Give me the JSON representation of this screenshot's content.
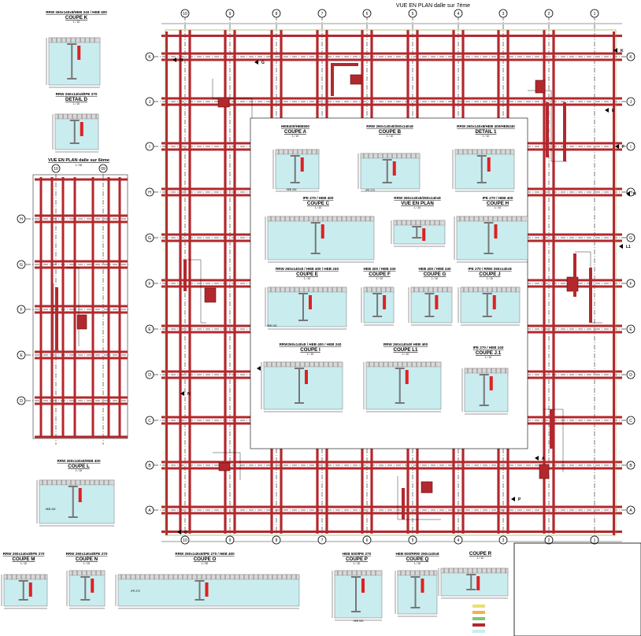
{
  "main_plan": {
    "title": "VUE EN PLAN dalle sur 7ème",
    "columns": [
      "10",
      "9",
      "8",
      "7",
      "6",
      "5",
      "4",
      "3",
      "2",
      "1"
    ],
    "rows": [
      "K",
      "J",
      "I",
      "H",
      "G",
      "F",
      "E",
      "D",
      "C",
      "B",
      "A"
    ]
  },
  "side_plan": {
    "title": "VUE EN PLAN dalle sur 6ème",
    "scale": "1 / 50",
    "columns": [
      "10",
      "09"
    ],
    "rows": [
      "H",
      "G",
      "F",
      "E",
      "D"
    ]
  },
  "sections": [
    {
      "id": "k",
      "profile": "RRW 260x140x8/HEB 240 / HEB 400",
      "title": "COUPE K",
      "scale": "1 / 10"
    },
    {
      "id": "d",
      "profile": "RRW 260x140x8/IPE 270",
      "title": "DETAIL D",
      "scale": "1 / 10"
    },
    {
      "id": "a",
      "profile": "HEB400/HEB500",
      "title": "COUPE A",
      "scale": "1 / 10"
    },
    {
      "id": "b",
      "profile": "RRW 260x140x8/260x140x8",
      "title": "COUPE B",
      "scale": "1 / 10"
    },
    {
      "id": "detail1",
      "profile": "RRW 260x140x8/HEB 400/HEB240",
      "title": "DETAIL 1",
      "scale": "1 / 10"
    },
    {
      "id": "c",
      "profile": "IPE 270 / HEB 400",
      "title": "COUPE C",
      "scale": "1 / 10"
    },
    {
      "id": "vep",
      "profile": "RRW 260x140x8/260x140x8",
      "title": "VUE EN PLAN",
      "scale": "1 / 10"
    },
    {
      "id": "h",
      "profile": "IPE 270 / HEB 400",
      "title": "COUPE H",
      "scale": "1 / 10"
    },
    {
      "id": "e",
      "profile": "RRW 260x140x8 / HEB 400 / HEB 240",
      "title": "COUPE E",
      "scale": "1 / 10"
    },
    {
      "id": "f",
      "profile": "HEB 400 / HEB 240",
      "title": "COUPE F",
      "scale": "1 / 10"
    },
    {
      "id": "g",
      "profile": "HEB 400 / HEB 240",
      "title": "COUPE G",
      "scale": "1 / 10"
    },
    {
      "id": "j",
      "profile": "IPE 270 / RRW 260x140x8",
      "title": "COUPE J",
      "scale": "1 / 10"
    },
    {
      "id": "i",
      "profile": "RRW260x140x8 / HEB 400 / HEB 240",
      "title": "COUPE I",
      "scale": "1 / 10"
    },
    {
      "id": "l1",
      "profile": "RRW 260x140x8/ HEB 400",
      "title": "COUPE L1",
      "scale": "1 / 10"
    },
    {
      "id": "j1",
      "profile": "IPE 270 / HEB 240",
      "title": "COUPE J.1",
      "scale": "1 / 10"
    },
    {
      "id": "l",
      "profile": "RRW 260x140x8/HEB 400",
      "title": "COUPE L",
      "scale": "1 / 10"
    },
    {
      "id": "m",
      "profile": "RRW 260x140x8/IPE 270",
      "title": "COUPE M",
      "scale": "1 / 10"
    },
    {
      "id": "n",
      "profile": "RRW 260x140x8/IPE 270",
      "title": "COUPE N",
      "scale": "1 / 10"
    },
    {
      "id": "o",
      "profile": "RRW 260x140x8/IPE 270 / HEB 400",
      "title": "COUPE O",
      "scale": "1 / 50"
    },
    {
      "id": "p",
      "profile": "HEB 500/IPE 270",
      "title": "COUPE P",
      "scale": "1 / 10"
    },
    {
      "id": "q",
      "profile": "HEB 500/RRW 260x140x8",
      "title": "COUPE Q",
      "scale": "1 / 10"
    },
    {
      "id": "r",
      "profile": "",
      "title": "COUPE R",
      "scale": "1 / 10"
    }
  ],
  "labels": {
    "ipe": "IPE 270",
    "heb400": "HEB 400",
    "heb240": "HEB 240",
    "heb500": "HEB 500"
  },
  "cut_markers": [
    "G",
    "H",
    "K",
    "D",
    "F",
    "L1",
    "A",
    "P",
    "O",
    "N",
    "M",
    "E"
  ],
  "colors": {
    "beam": "#b3282d",
    "detail_fill": "#c9ecef"
  }
}
